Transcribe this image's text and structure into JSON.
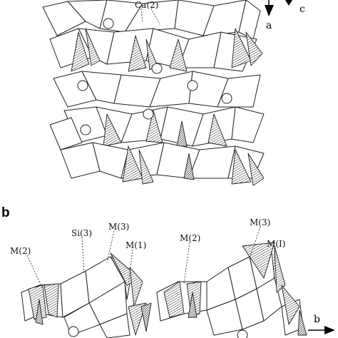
{
  "panel_b_label": "b",
  "axes": {
    "top_a": "a",
    "top_c": "c",
    "bottom_b": "b"
  },
  "top_labels": {
    "ca2": "Ca(2)"
  },
  "bottom_labels": {
    "m2_left": "M(2)",
    "si3": "Si(3)",
    "m3_left": "M(3)",
    "m1_left": "M(1)",
    "m2_right": "M(2)",
    "m3_right": "M(3)",
    "m1_right": "M(I)"
  }
}
